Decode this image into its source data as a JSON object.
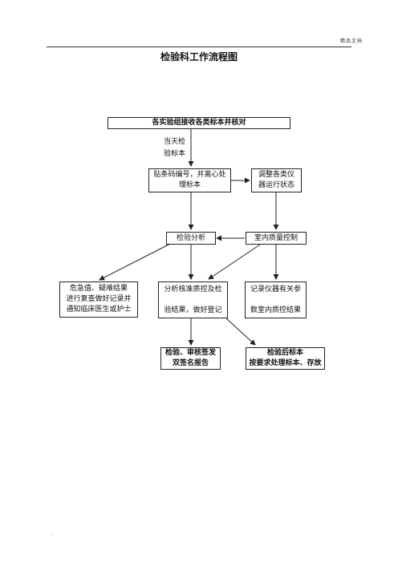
{
  "header": {
    "tag": "精品文档"
  },
  "title": "检验科工作流程图",
  "nodes": {
    "receive": "各实验组接收各类标本并核对",
    "same_day_note": "当天检\n验标本",
    "label_centrifuge": "贴条码编号，并离心处\n理标本",
    "adjust_instruments": "调整各类仪\n器运行状态",
    "test_analysis": "检验分析",
    "indoor_qc": "室内质量控制",
    "critical_values": "危急值、疑难结果\n进行复查做好记录并\n通知临床医生或护士",
    "analyze_qc": "分析核准质控及检\n\n验结果，做好登记",
    "record_instruments": "记录仪器有关参\n\n数室内质控结果",
    "report": "检验、审核签发\n双签名报告",
    "post_sample": "检验后标本\n按要求处理标本、存放"
  },
  "footer": {
    "mark": "."
  }
}
